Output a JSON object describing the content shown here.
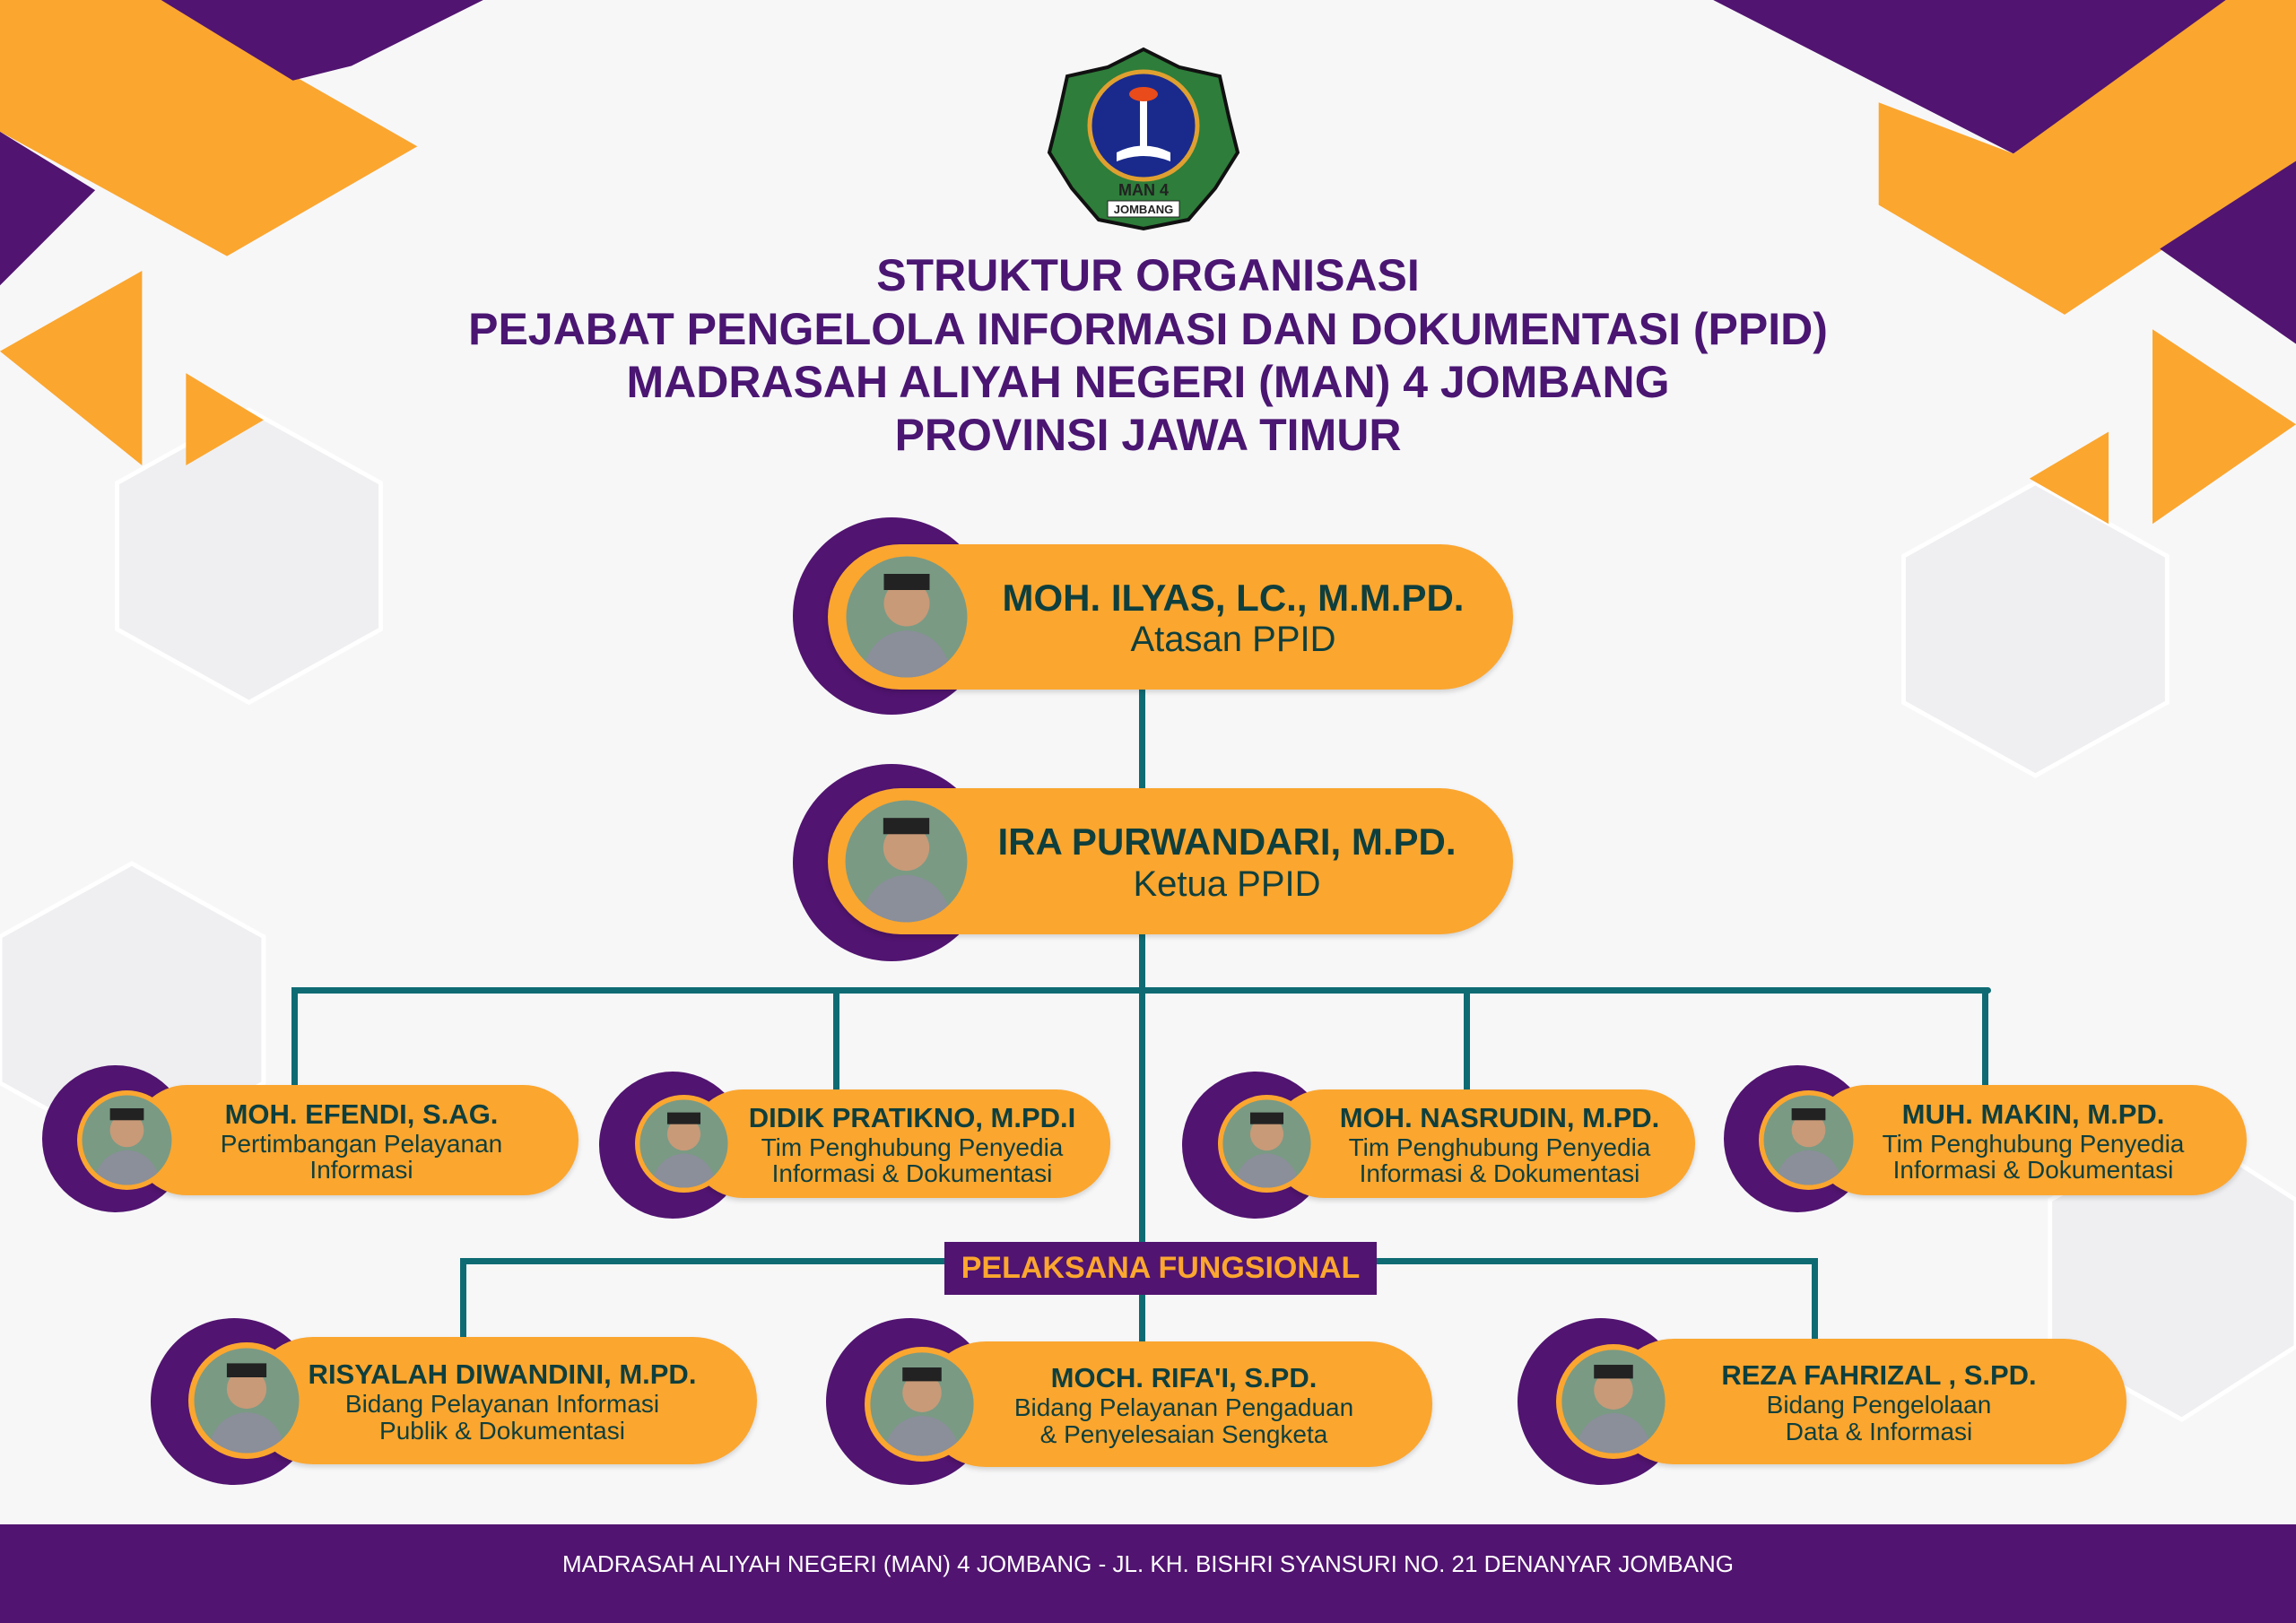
{
  "logo": {
    "line1": "MAN 4",
    "line2": "JOMBANG"
  },
  "title": [
    "STRUKTUR ORGANISASI",
    "PEJABAT PENGELOLA INFORMASI DAN DOKUMENTASI (PPID)",
    "MADRASAH ALIYAH NEGERI (MAN) 4 JOMBANG",
    "PROVINSI JAWA TIMUR"
  ],
  "members": [
    {
      "name": "MOH. ILYAS, LC., M.M.PD.",
      "role": [
        "Atasan PPID"
      ]
    },
    {
      "name": "IRA PURWANDARI, M.PD.",
      "role": [
        "Ketua PPID"
      ]
    },
    {
      "name": "MOH. EFENDI, S.AG.",
      "role": [
        "Pertimbangan Pelayanan",
        "Informasi"
      ]
    },
    {
      "name": "DIDIK PRATIKNO, M.PD.I",
      "role": [
        "Tim Penghubung Penyedia",
        "Informasi & Dokumentasi"
      ]
    },
    {
      "name": "MOH. NASRUDIN, M.PD.",
      "role": [
        "Tim Penghubung Penyedia",
        "Informasi & Dokumentasi"
      ]
    },
    {
      "name": "MUH. MAKIN, M.PD.",
      "role": [
        "Tim Penghubung Penyedia",
        "Informasi & Dokumentasi"
      ]
    },
    {
      "name": "RISYALAH DIWANDINI, M.PD.",
      "role": [
        "Bidang Pelayanan Informasi",
        "Publik & Dokumentasi"
      ]
    },
    {
      "name": "MOCH. RIFA'I, S.PD.",
      "role": [
        "Bidang Pelayanan Pengaduan",
        "& Penyelesaian Sengketa"
      ]
    },
    {
      "name": "REZA FAHRIZAL , S.PD.",
      "role": [
        "Bidang Pengelolaan",
        "Data & Informasi"
      ]
    }
  ],
  "section_label": "PELAKSANA FUNGSIONAL",
  "footer": "MADRASAH ALIYAH NEGERI (MAN) 4 JOMBANG - JL. KH. BISHRI SYANSURI NO. 21 DENANYAR JOMBANG",
  "colors": {
    "purple": "#511470",
    "orange": "#fba62f",
    "teal": "#0f6b73",
    "text": "#0f3f3d"
  }
}
